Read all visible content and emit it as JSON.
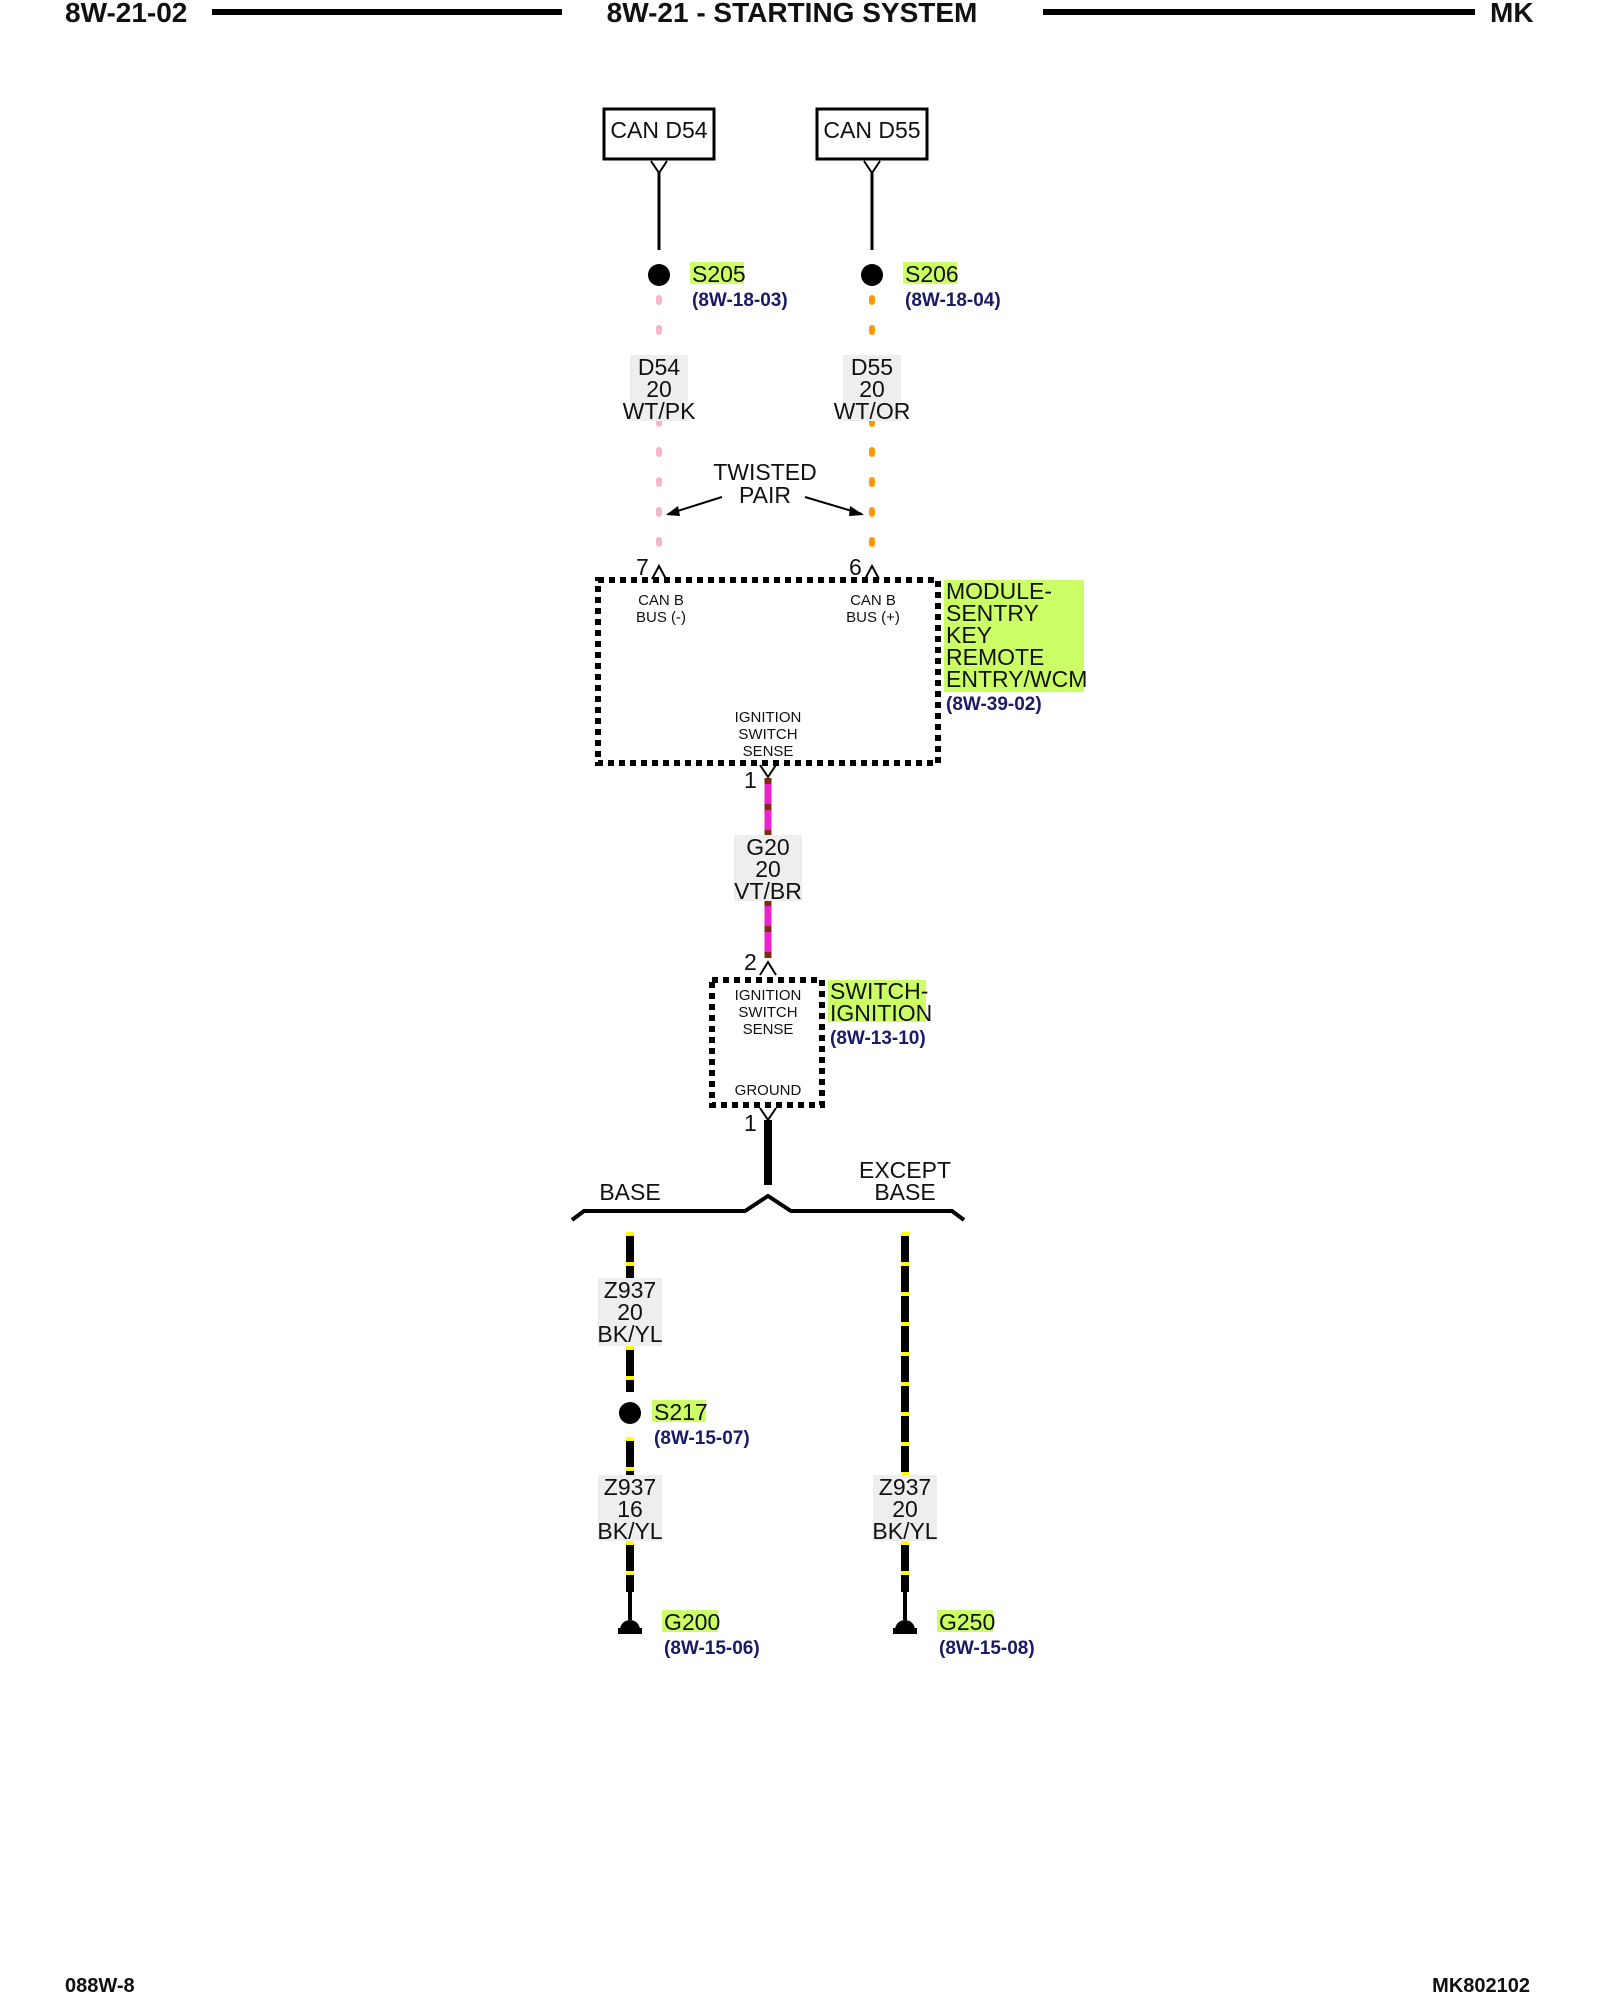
{
  "header": {
    "page_left": "8W-21-02",
    "title": "8W-21 - STARTING SYSTEM",
    "page_right": "MK"
  },
  "footer": {
    "left": "088W-8",
    "right": "MK802102"
  },
  "can_boxes": {
    "left": "CAN D54",
    "right": "CAN D55"
  },
  "splices": {
    "s205": {
      "name": "S205",
      "ref": "(8W-18-03)"
    },
    "s206": {
      "name": "S206",
      "ref": "(8W-18-04)"
    },
    "s217": {
      "name": "S217",
      "ref": "(8W-15-07)"
    }
  },
  "wires": {
    "d54": {
      "circuit": "D54",
      "gauge": "20",
      "color": "WT/PK"
    },
    "d55": {
      "circuit": "D55",
      "gauge": "20",
      "color": "WT/OR"
    },
    "g20": {
      "circuit": "G20",
      "gauge": "20",
      "color": "VT/BR"
    },
    "z937_base_upper": {
      "circuit": "Z937",
      "gauge": "20",
      "color": "BK/YL"
    },
    "z937_base_lower": {
      "circuit": "Z937",
      "gauge": "16",
      "color": "BK/YL"
    },
    "z937_except": {
      "circuit": "Z937",
      "gauge": "20",
      "color": "BK/YL"
    }
  },
  "twisted_pair": {
    "line1": "TWISTED",
    "line2": "PAIR"
  },
  "module": {
    "pin_left": "7",
    "pin_right": "6",
    "pin_bottom": "1",
    "pin_left_label": [
      "CAN B",
      "BUS (-)"
    ],
    "pin_right_label": [
      "CAN B",
      "BUS (+)"
    ],
    "bottom_label": [
      "IGNITION",
      "SWITCH",
      "SENSE"
    ],
    "name_lines": [
      "MODULE-",
      "SENTRY",
      "KEY",
      "REMOTE",
      "ENTRY/WCM"
    ],
    "ref": "(8W-39-02)"
  },
  "switch": {
    "pin_top": "2",
    "pin_bottom": "1",
    "top_label": [
      "IGNITION",
      "SWITCH",
      "SENSE"
    ],
    "bottom_label": "GROUND",
    "name_lines": [
      "SWITCH-",
      "IGNITION"
    ],
    "ref": "(8W-13-10)"
  },
  "branches": {
    "base": "BASE",
    "except_line1": "EXCEPT",
    "except_line2": "BASE"
  },
  "grounds": {
    "g200": {
      "name": "G200",
      "ref": "(8W-15-06)"
    },
    "g250": {
      "name": "G250",
      "ref": "(8W-15-08)"
    }
  },
  "colors": {
    "wt_pk": "#f4b6c8",
    "wt_or": "#ff9900",
    "vt_br": "#ee22cc",
    "vt_br_stripe": "#7a3010",
    "bk_yl_stripe": "#ffff00",
    "highlight": "#ccff66",
    "ref_text": "#1a1a66"
  }
}
